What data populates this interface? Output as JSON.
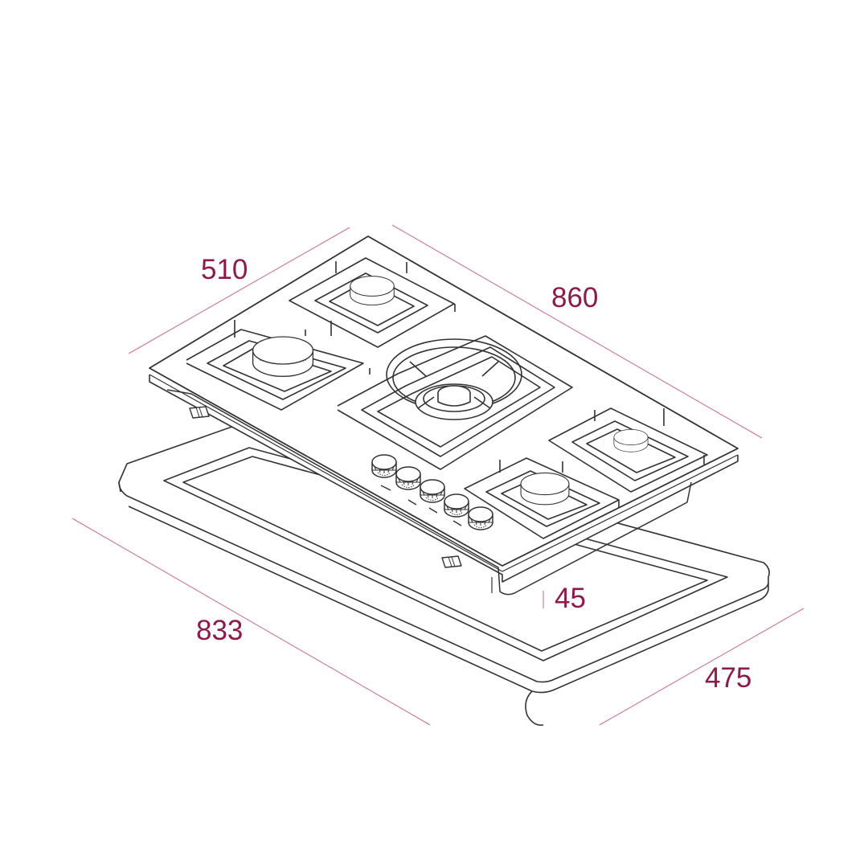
{
  "colors": {
    "dimension": "#8c1a4a",
    "dimension_line": "#d08a9e",
    "drawing": "#333333"
  },
  "dimensions": {
    "hob_depth": "510",
    "hob_width": "860",
    "hob_height": "45",
    "cutout_width": "833",
    "cutout_depth": "475"
  },
  "icons": [
    "burner-icon",
    "wok-burner-icon",
    "control-knob-icon",
    "fixing-clip-icon"
  ]
}
